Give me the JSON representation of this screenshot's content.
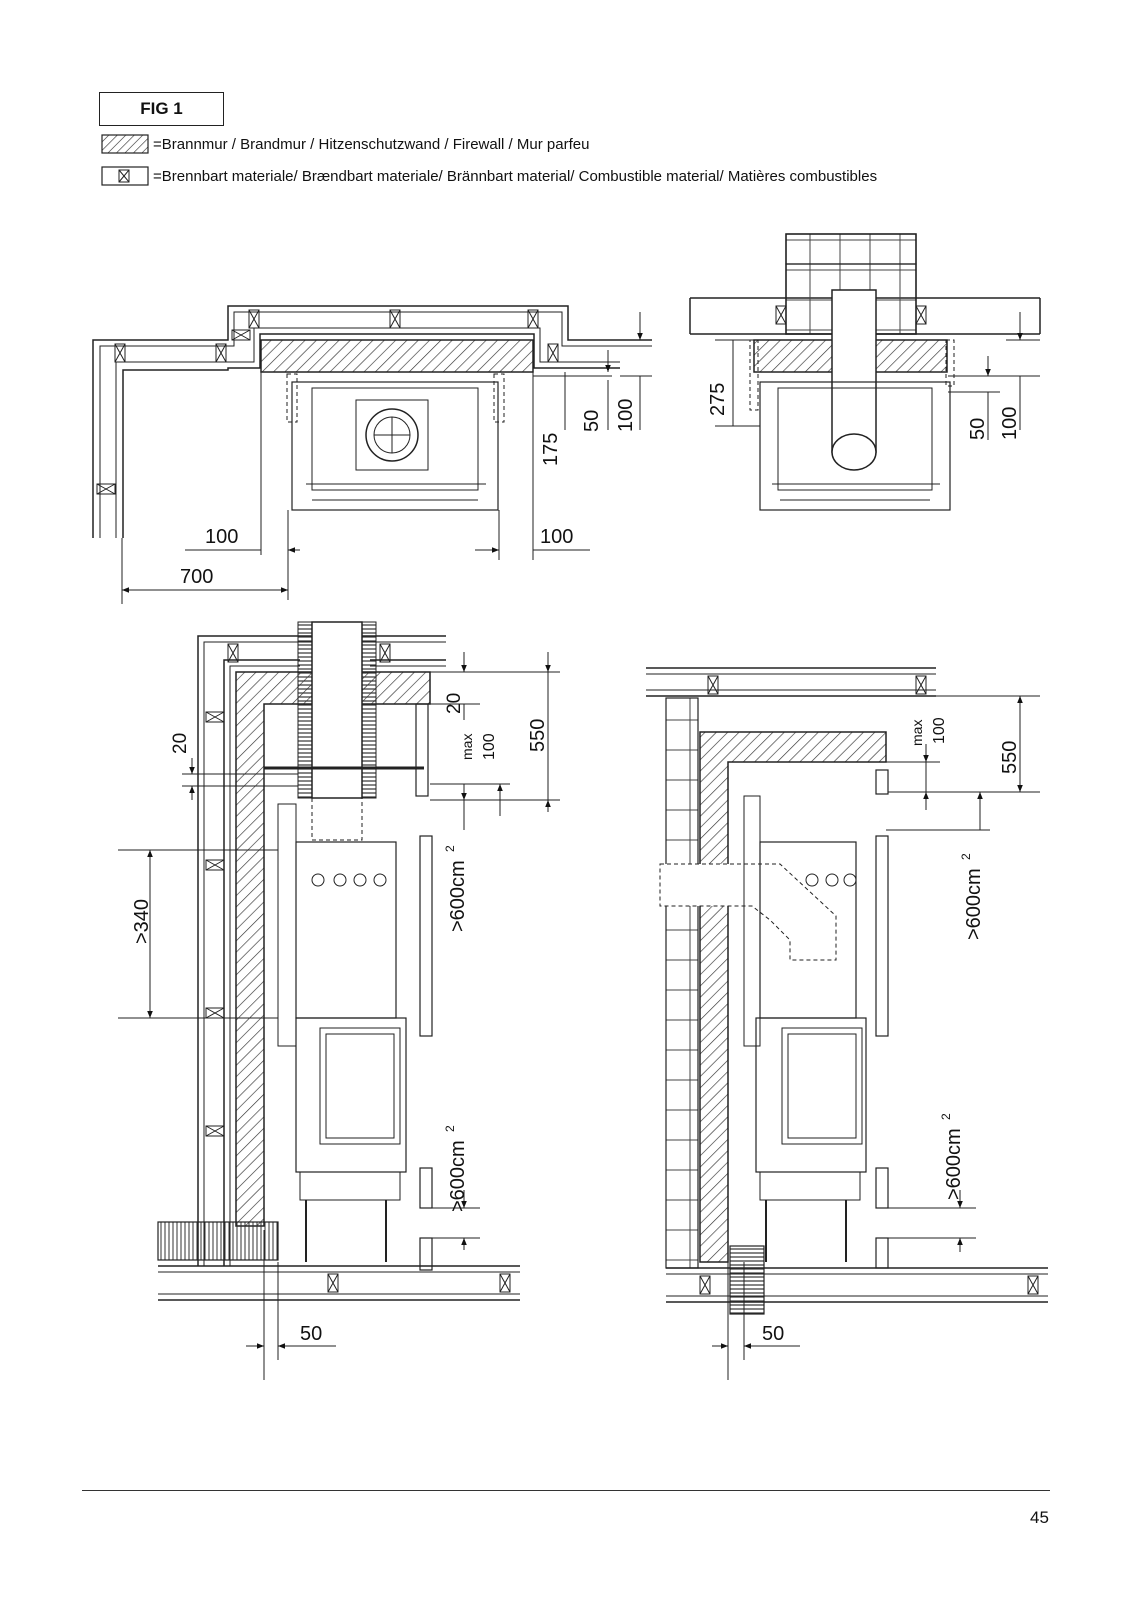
{
  "figure": {
    "label": "FIG 1"
  },
  "legend": {
    "firewall": "=Brannmur / Brandmur / Hitzenschutzwand / Firewall / Mur parfeu",
    "combustible": "=Brennbart materiale/ Brændbart materiale/ Brännbart material/ Combustible material/ Matières combustibles"
  },
  "top_left_view": {
    "dims": {
      "d100_a": "100",
      "d100_b": "100",
      "d700": "700",
      "d50": "50",
      "d100_v": "100",
      "d175": "175"
    }
  },
  "top_right_view": {
    "dims": {
      "d275": "275",
      "d50": "50",
      "d100": "100"
    }
  },
  "bottom_left_view": {
    "dims": {
      "d20_top": "20",
      "d20_left": "20",
      "max": "max",
      "d100": "100",
      "d550": "550",
      "d340": ">340",
      "vent_top": ">600cm",
      "vent_bottom": ">600cm",
      "sup": "2",
      "d50": "50"
    }
  },
  "bottom_right_view": {
    "dims": {
      "max": "max",
      "d100": "100",
      "d550": "550",
      "vent_top": ">600cm",
      "vent_bottom": ">600cm",
      "sup": "2",
      "d50": "50"
    }
  },
  "page": {
    "number": "45"
  }
}
